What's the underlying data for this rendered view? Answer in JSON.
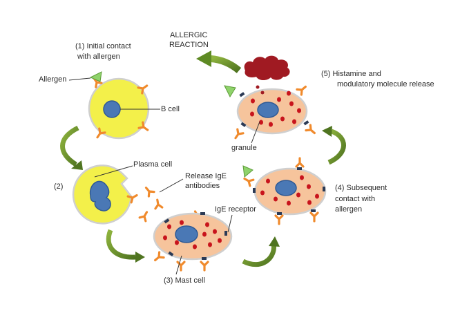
{
  "labels": {
    "initial_contact_line1": "(1) Initial contact",
    "initial_contact_line2": "with allergen",
    "allergen": "Allergen",
    "b_cell": "B cell",
    "plasma_cell": "Plasma cell",
    "step2": "(2)",
    "release_ige_line1": "Release IgE",
    "release_ige_line2": "antibodies",
    "ige_receptor": "IgE receptor",
    "mast_cell": "(3) Mast cell",
    "allergic_line1": "ALLERGIC",
    "allergic_line2": "REACTION",
    "histamine_line1": "(5) Histamine and",
    "histamine_line2": "modulatory molecule release",
    "granule": "granule",
    "subsequent_line1": "(4) Subsequent",
    "subsequent_line2": "contact with",
    "subsequent_line3": "allergen"
  },
  "colors": {
    "b_cell_fill": "#f3f04a",
    "cell_outline": "#c9c9c9",
    "mast_cell_fill": "#f6c49c",
    "nucleus": "#4a78b5",
    "nucleus_outline": "#2f5a95",
    "antibody": "#f08a2c",
    "granule": "#c8141c",
    "receptor": "#2b3a55",
    "allergen": "#8fd36b",
    "arrow": "#6a8f2a",
    "cloud": "#a01a22"
  }
}
